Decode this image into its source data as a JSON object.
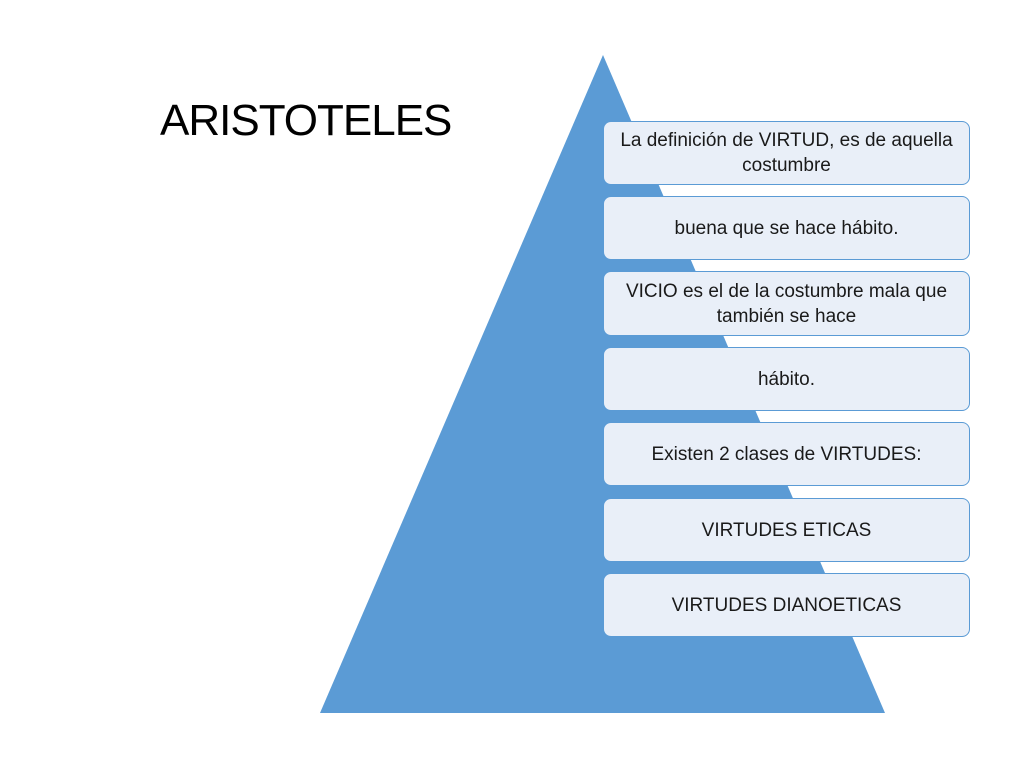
{
  "title": "ARISTOTELES",
  "colors": {
    "pyramid_fill": "#5b9bd5",
    "box_fill": "#e9eff8",
    "box_border": "#5b9bd5"
  },
  "levels": [
    {
      "text": "La definición de VIRTUD, es de aquella costumbre"
    },
    {
      "text": "buena que se hace hábito."
    },
    {
      "text": "VICIO es el de la costumbre mala que también se hace"
    },
    {
      "text": "hábito."
    },
    {
      "text": "Existen 2 clases de VIRTUDES:"
    },
    {
      "text": "VIRTUDES ETICAS"
    },
    {
      "text": "VIRTUDES DIANOETICAS"
    }
  ]
}
